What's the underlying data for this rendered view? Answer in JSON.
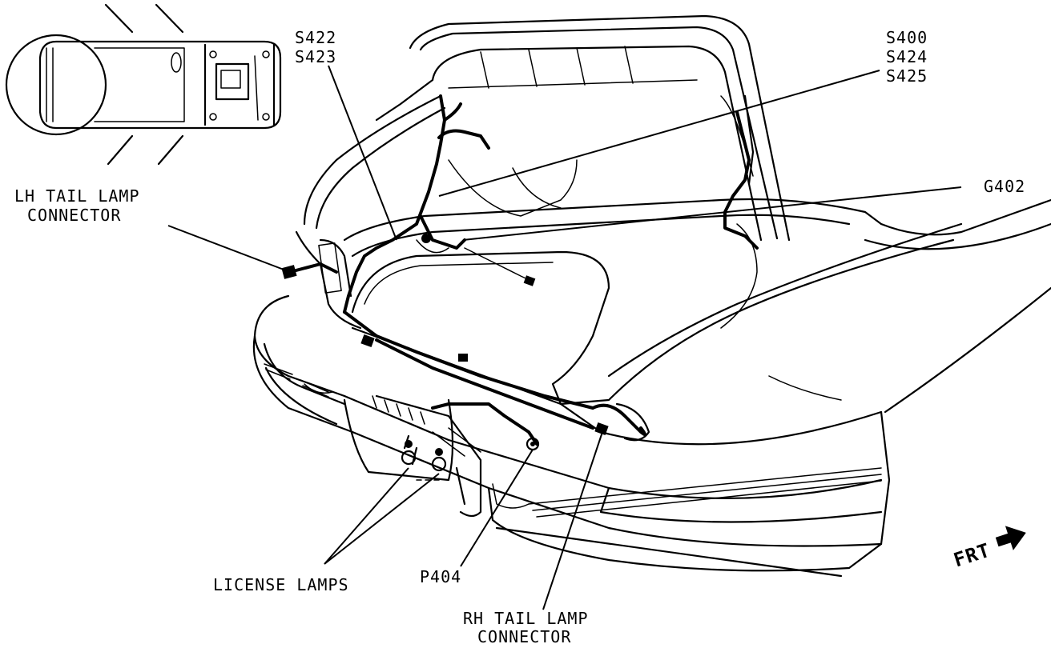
{
  "labels": {
    "s422": "S422",
    "s423": "S423",
    "s400": "S400",
    "s424": "S424",
    "s425": "S425",
    "g402": "G402",
    "lh_tail_1": "LH TAIL LAMP",
    "lh_tail_2": "CONNECTOR",
    "rh_tail_1": "RH TAIL LAMP",
    "rh_tail_2": "CONNECTOR",
    "license_lamps": "LICENSE LAMPS",
    "p404": "P404",
    "frt": "FRT"
  },
  "colors": {
    "ink": "#000000",
    "paper": "#ffffff"
  },
  "icons": {
    "front_arrow": "arrow-right-icon"
  }
}
